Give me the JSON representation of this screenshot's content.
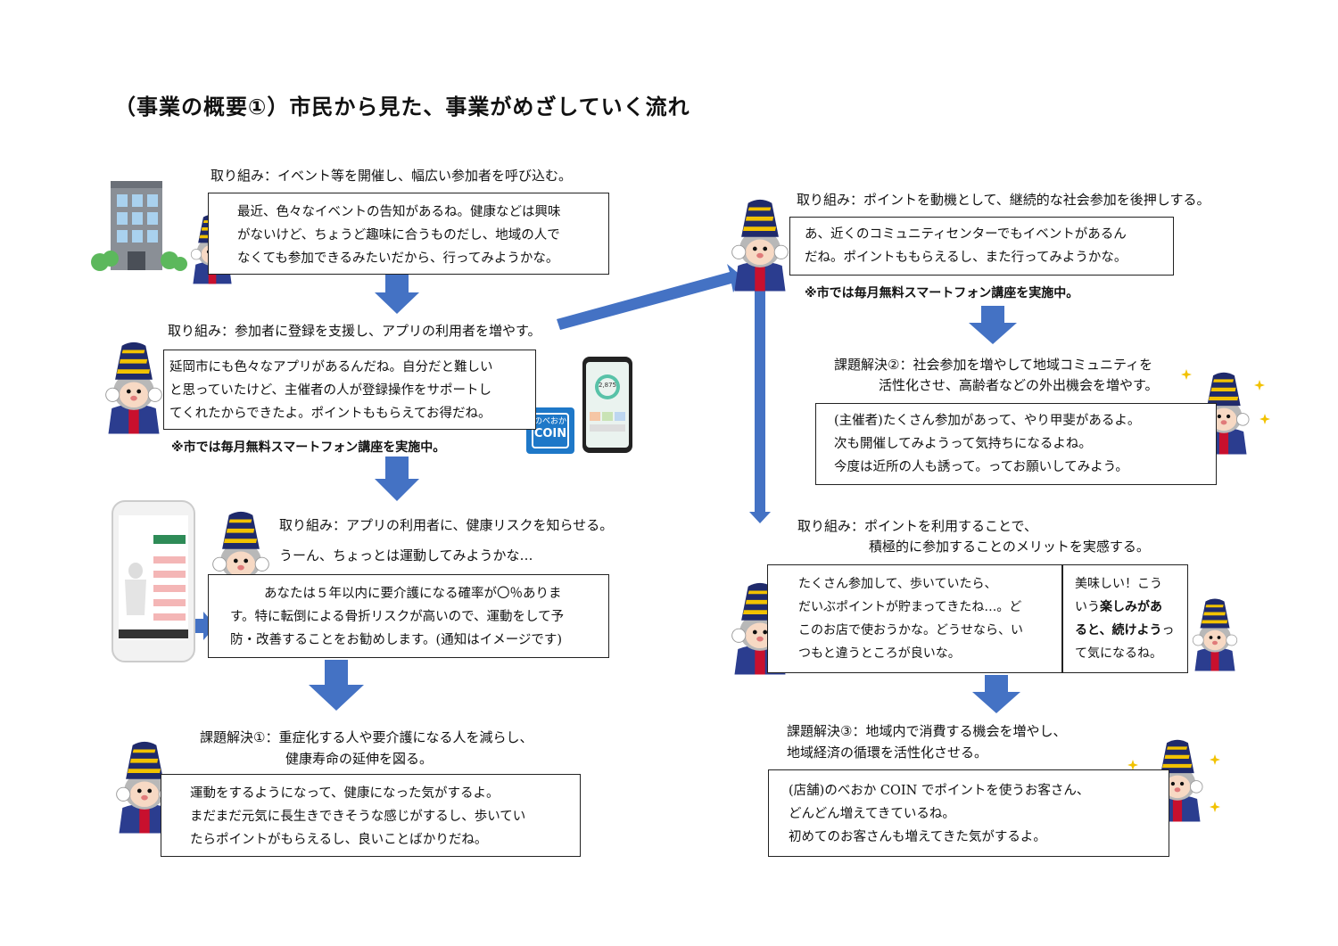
{
  "title": "（事業の概要①）市民から見た、事業がめざしていく流れ",
  "left": {
    "step1": {
      "label": "取り組み：イベント等を開催し、幅広い参加者を呼び込む。",
      "lines": [
        "最近、色々なイベントの告知があるね。健康などは興味",
        "がないけど、ちょうど趣味に合うものだし、地域の人で",
        "なくても参加できるみたいだから、行ってみようかな。"
      ]
    },
    "step2": {
      "label": "取り組み：参加者に登録を支援し、アプリの利用者を増やす。",
      "lines": [
        "延岡市にも色々なアプリがあるんだね。自分だと難しい",
        "と思っていたけど、主催者の人が登録操作をサポートし",
        "てくれたからできたよ。ポイントももらえてお得だね。"
      ],
      "note": "※市では毎月無料スマートフォン講座を実施中。",
      "app_logo_line1": "のべおか",
      "app_logo_line2": "COIN",
      "phone_value": "2,875"
    },
    "step3": {
      "label": "取り組み：アプリの利用者に、健康リスクを知らせる。",
      "thought": "うーん、ちょっとは運動してみようかな…",
      "lines": [
        "あなたは５年以内に要介護になる確率が〇％ありま",
        "す。特に転倒による骨折リスクが高いので、運動をして予",
        "防・改善することをお勧めします。(通知はイメージです)"
      ]
    },
    "step4": {
      "label_line1": "課題解決①：重症化する人や要介護になる人を減らし、",
      "label_line2": "健康寿命の延伸を図る。",
      "lines": [
        "運動をするようになって、健康になった気がするよ。",
        "まだまだ元気に長生きできそうな感じがするし、歩いてい",
        "たらポイントがもらえるし、良いことばかりだね。"
      ]
    }
  },
  "right": {
    "step1": {
      "label": "取り組み：ポイントを動機として、継続的な社会参加を後押しする。",
      "lines": [
        "あ、近くのコミュニティセンターでもイベントがあるん",
        "だね。ポイントももらえるし、また行ってみようかな。"
      ],
      "note": "※市では毎月無料スマートフォン講座を実施中。"
    },
    "step2": {
      "label_line1": "課題解決②：社会参加を増やして地域コミュニティを",
      "label_line2": "活性化させ、高齢者などの外出機会を増やす。",
      "lines": [
        "(主催者)たくさん参加があって、やり甲斐があるよ。",
        "次も開催してみようって気持ちになるよね。",
        "今度は近所の人も誘って。ってお願いしてみよう。"
      ]
    },
    "step3": {
      "label_line1": "取り組み：ポイントを利用することで、",
      "label_line2": "積極的に参加することのメリットを実感する。",
      "lines_left": [
        "たくさん参加して、歩いていたら、",
        "だいぶポイントが貯まってきたね…。ど",
        "このお店で使おうかな。どうせなら、い",
        "つもと違うところが良いな。"
      ],
      "right_l1": "美味しい！こう",
      "right_l2a": "いう",
      "right_l2b": "楽しみがあ",
      "right_l3a": "ると、続けよう",
      "right_l3b": "っ",
      "right_l4": "て気になるね。"
    },
    "step4": {
      "label_line1": "課題解決③：地域内で消費する機会を増やし、",
      "label_line2": "地域経済の循環を活性化させる。",
      "lines": [
        "(店舗)のべおか COIN でポイントを使うお客さん、",
        "どんどん増えてきているね。",
        "初めてのお客さんも増えてきた気がするよ。"
      ]
    }
  },
  "colors": {
    "arrow": "#4472C4",
    "hat_navy": "#1f2a6b",
    "hat_yellow": "#f2c200",
    "app_blue": "#1e78c8"
  }
}
